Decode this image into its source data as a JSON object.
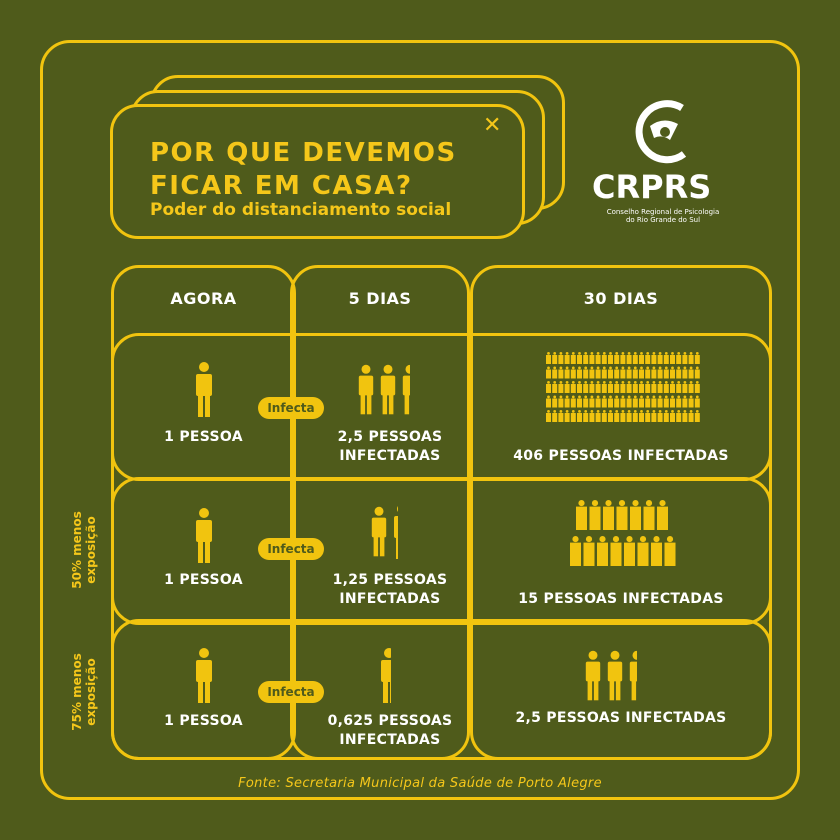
{
  "title_line1": "POR QUE DEVEMOS",
  "title_line2": "FICAR EM CASA?",
  "subtitle": "Poder do distanciamento social",
  "close_symbol": "✕",
  "logo": {
    "name": "CRPRS",
    "sub_line1": "Conselho Regional de Psicologia",
    "sub_line2": "do Rio Grande do Sul"
  },
  "columns": [
    "AGORA",
    "5 DIAS",
    "30 DIAS"
  ],
  "side_labels": [
    "50% menos",
    "exposição",
    "75% menos",
    "exposição"
  ],
  "rows": [
    {
      "now": "1 PESSOA",
      "infect": "Infecta",
      "day5_line1": "2,5 PESSOAS",
      "day5_line2": "INFECTADAS",
      "day5_people": 2.5,
      "day30": "406 PESSOAS INFECTADAS",
      "day30_people": 406
    },
    {
      "now": "1 PESSOA",
      "infect": "Infecta",
      "day5_line1": "1,25 PESSOAS",
      "day5_line2": "INFECTADAS",
      "day5_people": 1.25,
      "day30": "15 PESSOAS INFECTADAS",
      "day30_people": 15
    },
    {
      "now": "1 PESSOA",
      "infect": "Infecta",
      "day5_line1": "0,625 PESSOAS",
      "day5_line2": "INFECTADAS",
      "day5_people": 0.625,
      "day30": "2,5 PESSOAS INFECTADAS",
      "day30_people": 2.5
    }
  ],
  "source": "Fonte: Secretaria Municipal da Saúde de Porto Alegre",
  "colors": {
    "background": "#4f5b1b",
    "accent": "#f1c40f",
    "text": "#ffffff"
  }
}
